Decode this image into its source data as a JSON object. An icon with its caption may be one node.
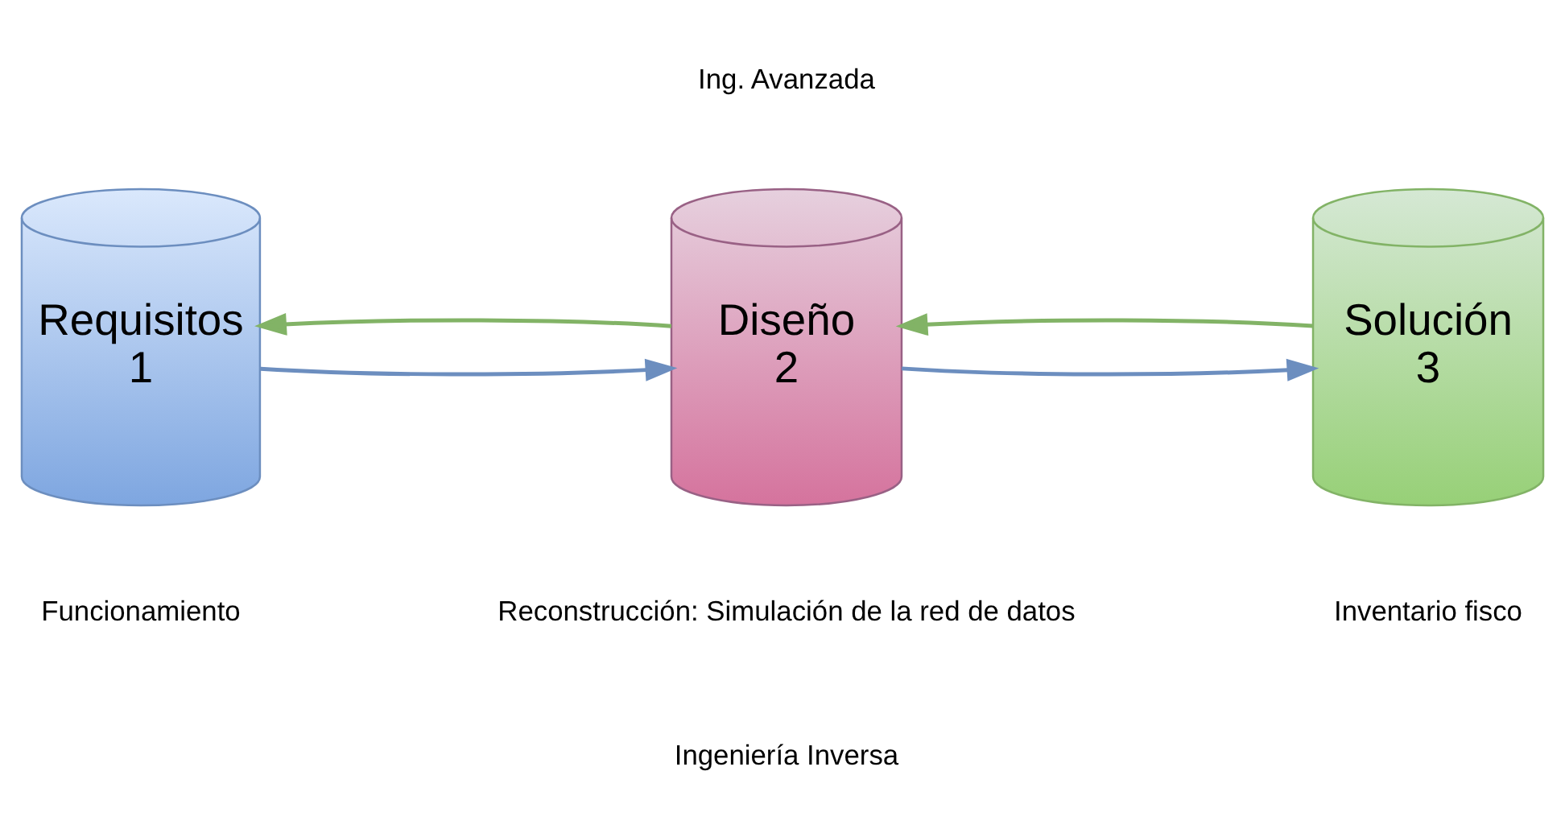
{
  "diagram": {
    "nodes": [
      {
        "text": [
          "Requisitos",
          "1"
        ]
      },
      {
        "text": [
          "Diseño",
          "2"
        ]
      },
      {
        "text": [
          "Solución",
          "3"
        ]
      }
    ],
    "edges": [
      {
        "from": 0,
        "to": 1,
        "arrow": "to",
        "color": "#6c8ebf"
      },
      {
        "from": 1,
        "to": 2,
        "arrow": "to",
        "color": "#6c8ebf"
      },
      {
        "from": 1,
        "to": 0,
        "arrow": "to",
        "color": "#82b366"
      },
      {
        "from": 2,
        "to": 1,
        "arrow": "to",
        "color": "#82b366"
      }
    ],
    "labels": [
      "Ing. Avanzada",
      "Funcionamiento",
      "Reconstrucción: Simulación de la red de datos",
      "Inventario fisco",
      "Ingeniería Inversa"
    ]
  }
}
